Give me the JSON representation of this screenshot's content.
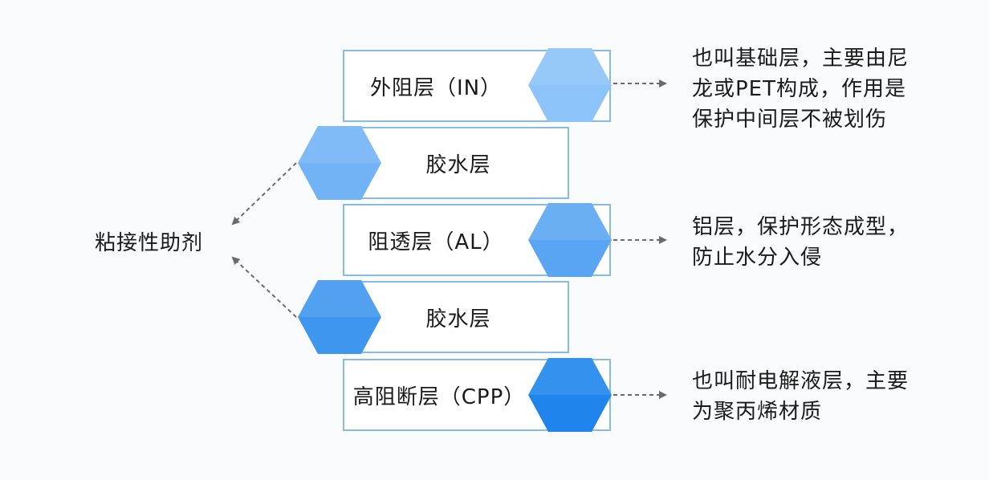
{
  "layers": [
    {
      "label": "外阻层（IN）",
      "color": "#8cc3f8"
    },
    {
      "label": "胶水层",
      "color": "#72b3f6"
    },
    {
      "label": "阻透层（AL）",
      "color": "#5aa5f3"
    },
    {
      "label": "胶水层",
      "color": "#3f96ef"
    },
    {
      "label": "高阻断层（CPP）",
      "color": "#1f85ec"
    }
  ],
  "adhesive_label": "粘接性助剂",
  "descriptions": {
    "in": "也叫基础层，主要由尼\n龙或PET构成，作用是\n保护中间层不被划伤",
    "al": "铝层，保护形态成型，\n防止水分入侵",
    "cpp": "也叫耐电解液层，主要\n为聚丙烯材质"
  }
}
